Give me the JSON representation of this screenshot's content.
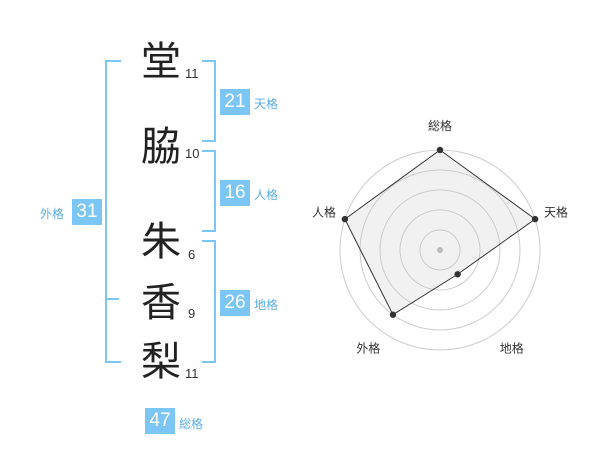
{
  "name": {
    "chars": [
      {
        "char": "堂",
        "strokes": "11"
      },
      {
        "char": "脇",
        "strokes": "10"
      },
      {
        "char": "朱",
        "strokes": "6"
      },
      {
        "char": "香",
        "strokes": "9"
      },
      {
        "char": "梨",
        "strokes": "11"
      }
    ]
  },
  "kaku": {
    "tenkaku": {
      "value": "21",
      "label": "天格"
    },
    "jinkaku": {
      "value": "16",
      "label": "人格"
    },
    "chikaku": {
      "value": "26",
      "label": "地格"
    },
    "gaikaku": {
      "value": "31",
      "label": "外格"
    },
    "soukaku": {
      "value": "47",
      "label": "総格"
    }
  },
  "radar": {
    "axes": [
      "総格",
      "天格",
      "地格",
      "外格",
      "人格"
    ],
    "levels": 5,
    "values": [
      5,
      5,
      1.5,
      4,
      5
    ],
    "max": 5
  },
  "colors": {
    "accent": "#7cc6f5",
    "label": "#5aaee8"
  }
}
